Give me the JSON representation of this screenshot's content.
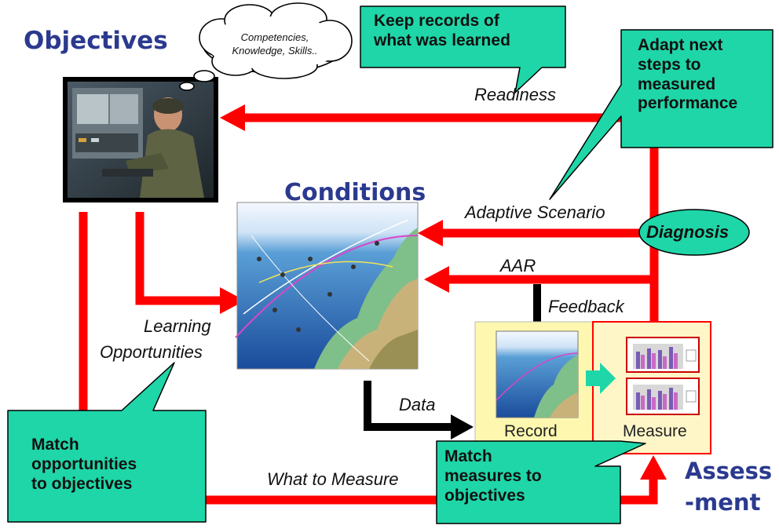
{
  "titles": {
    "objectives": "Objectives",
    "conditions": "Conditions",
    "assessment_line1": "Assess",
    "assessment_line2": "-ment"
  },
  "cloud": {
    "text": "Competencies,\nKnowledge, Skills.."
  },
  "callouts": {
    "keep_records": "Keep records of\nwhat was learned",
    "adapt_next": "Adapt next\nsteps to\nmeasured\nperformance",
    "match_opportunities": "Match\nopportunities\nto objectives",
    "match_measures": "Match\nmeasures to\nobjectives"
  },
  "flow_labels": {
    "readiness": "Readiness",
    "adaptive_scenario": "Adaptive Scenario",
    "aar": "AAR",
    "feedback": "Feedback",
    "learning_opportunities_line1": "Learning",
    "learning_opportunities_line2": "Opportunities",
    "data": "Data",
    "what_to_measure": "What to Measure"
  },
  "diagnosis": "Diagnosis",
  "assessment_boxes": {
    "record": "Record",
    "measure": "Measure"
  },
  "colors": {
    "title_blue": "#2b3a8f",
    "arrow_red": "#ff0000",
    "callout_green": "#1fd6a8",
    "record_box": "#fdf7b0",
    "measure_box": "#fff6c8",
    "arrow_black": "#000000"
  }
}
